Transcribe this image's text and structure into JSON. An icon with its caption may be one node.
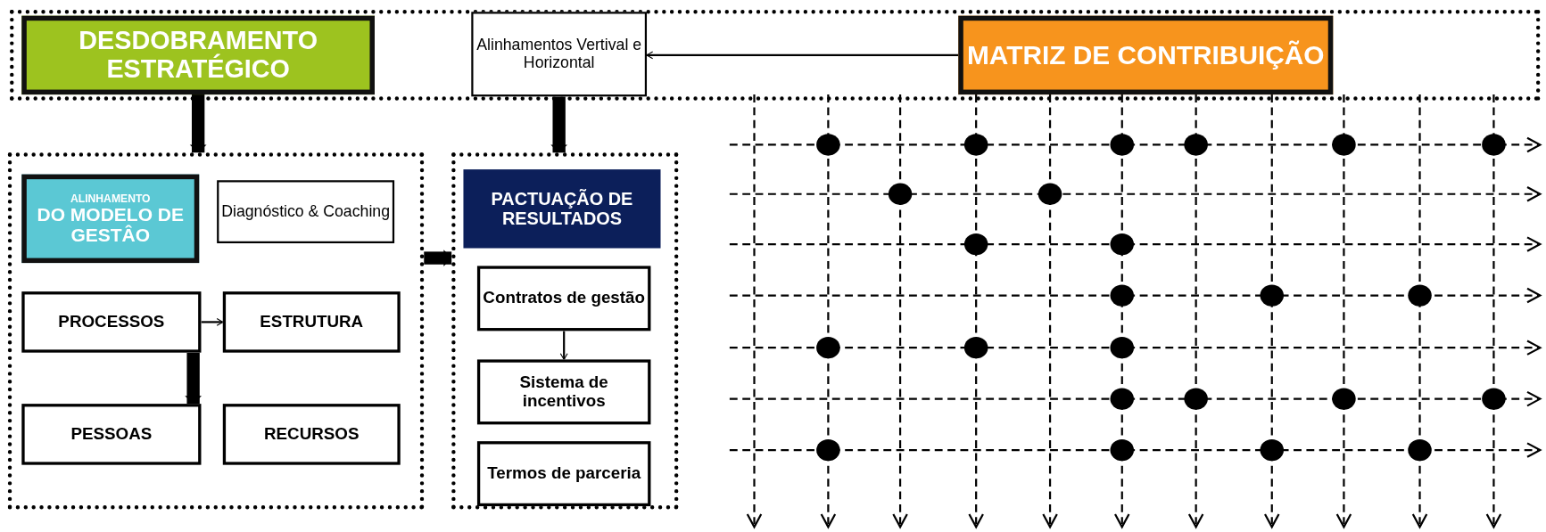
{
  "diagram": {
    "nodes": [
      {
        "text": [],
        "shape": "box"
      },
      {
        "text": [
          "DESDOBRAMENTO ESTRATÉGICO"
        ],
        "in": 0
      },
      {
        "text": [
          "Alinhamentos Vertival e Horizontal"
        ],
        "in": 0
      },
      {
        "text": [
          "MATRIZ DE CONTRIBUIÇÃO"
        ],
        "in": 0
      },
      {
        "text": [],
        "shape": "box"
      },
      {
        "text": [
          "ALINHAMENTO",
          "DO MODELO DE GESTÂO"
        ],
        "in": 4
      },
      {
        "text": [
          "Diagnóstico & Coaching"
        ],
        "in": 4
      },
      {
        "text": [
          "PROCESSOS"
        ],
        "in": 4
      },
      {
        "text": [
          "ESTRUTURA"
        ],
        "in": 4
      },
      {
        "text": [
          "PESSOAS"
        ],
        "in": 4
      },
      {
        "text": [
          "RECURSOS"
        ],
        "in": 4
      },
      {
        "text": [],
        "shape": "box"
      },
      {
        "text": [
          "PACTUAÇÃO DE RESULTADOS"
        ],
        "in": 11
      },
      {
        "text": [
          "Contratos de gestão"
        ],
        "in": 11
      },
      {
        "text": [
          "Sistema de incentivos"
        ],
        "in": 11
      },
      {
        "text": [
          "Termos de parceria"
        ],
        "in": 11
      }
    ],
    "edges": [
      {
        "from": 3,
        "to": 2,
        "arrow": "to"
      },
      {
        "from": 1,
        "to": 4,
        "arrow": "to"
      },
      {
        "from": 2,
        "to": 11,
        "arrow": "to"
      },
      {
        "from": 4,
        "to": 11,
        "arrow": "to"
      },
      {
        "from": 7,
        "to": 8,
        "arrow": "to"
      },
      {
        "from": 7,
        "to": 9,
        "arrow": "to"
      },
      {
        "from": 13,
        "to": 14,
        "arrow": "to"
      }
    ]
  }
}
